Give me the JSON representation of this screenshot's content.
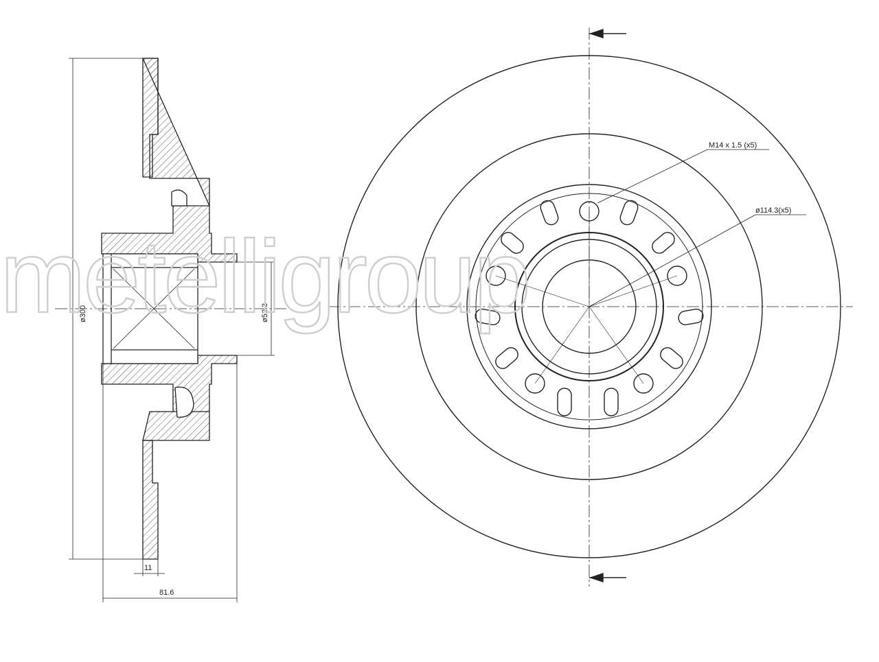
{
  "watermark": {
    "text": "metelligroup"
  },
  "dimensions": {
    "overall_diameter": "ø300",
    "bore_diameter": "ø52.3",
    "disc_thickness": "11",
    "total_height": "81.6",
    "thread": "M14 x 1.5 (x5)",
    "pitch_circle": "ø114.3(x5)"
  },
  "colors": {
    "line": "#222222",
    "hatch": "#555555",
    "watermark": "#cfcfcf"
  }
}
